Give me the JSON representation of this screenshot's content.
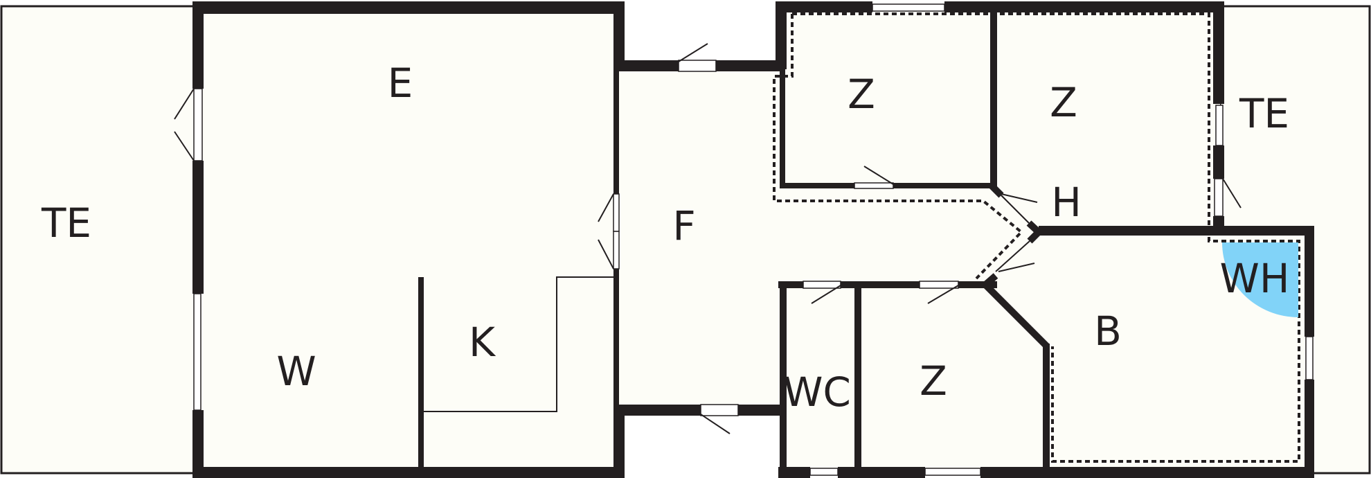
{
  "floorplan": {
    "colors": {
      "wall": "#231f20",
      "floor": "#fdfdf7",
      "terrace_outline": "#231f20",
      "whirlpool": "#81d3f8",
      "window_fill": "#ffffff"
    },
    "rooms": {
      "terrace_left": "TE",
      "living": "E",
      "dining": "W",
      "kitchen": "K",
      "hall": "F",
      "room_top_left": "Z",
      "room_top_right": "Z",
      "terrace_right": "TE",
      "corridor": "H",
      "toilet": "WC",
      "room_bottom": "Z",
      "bathroom": "B",
      "whirlpool": "WH"
    }
  }
}
